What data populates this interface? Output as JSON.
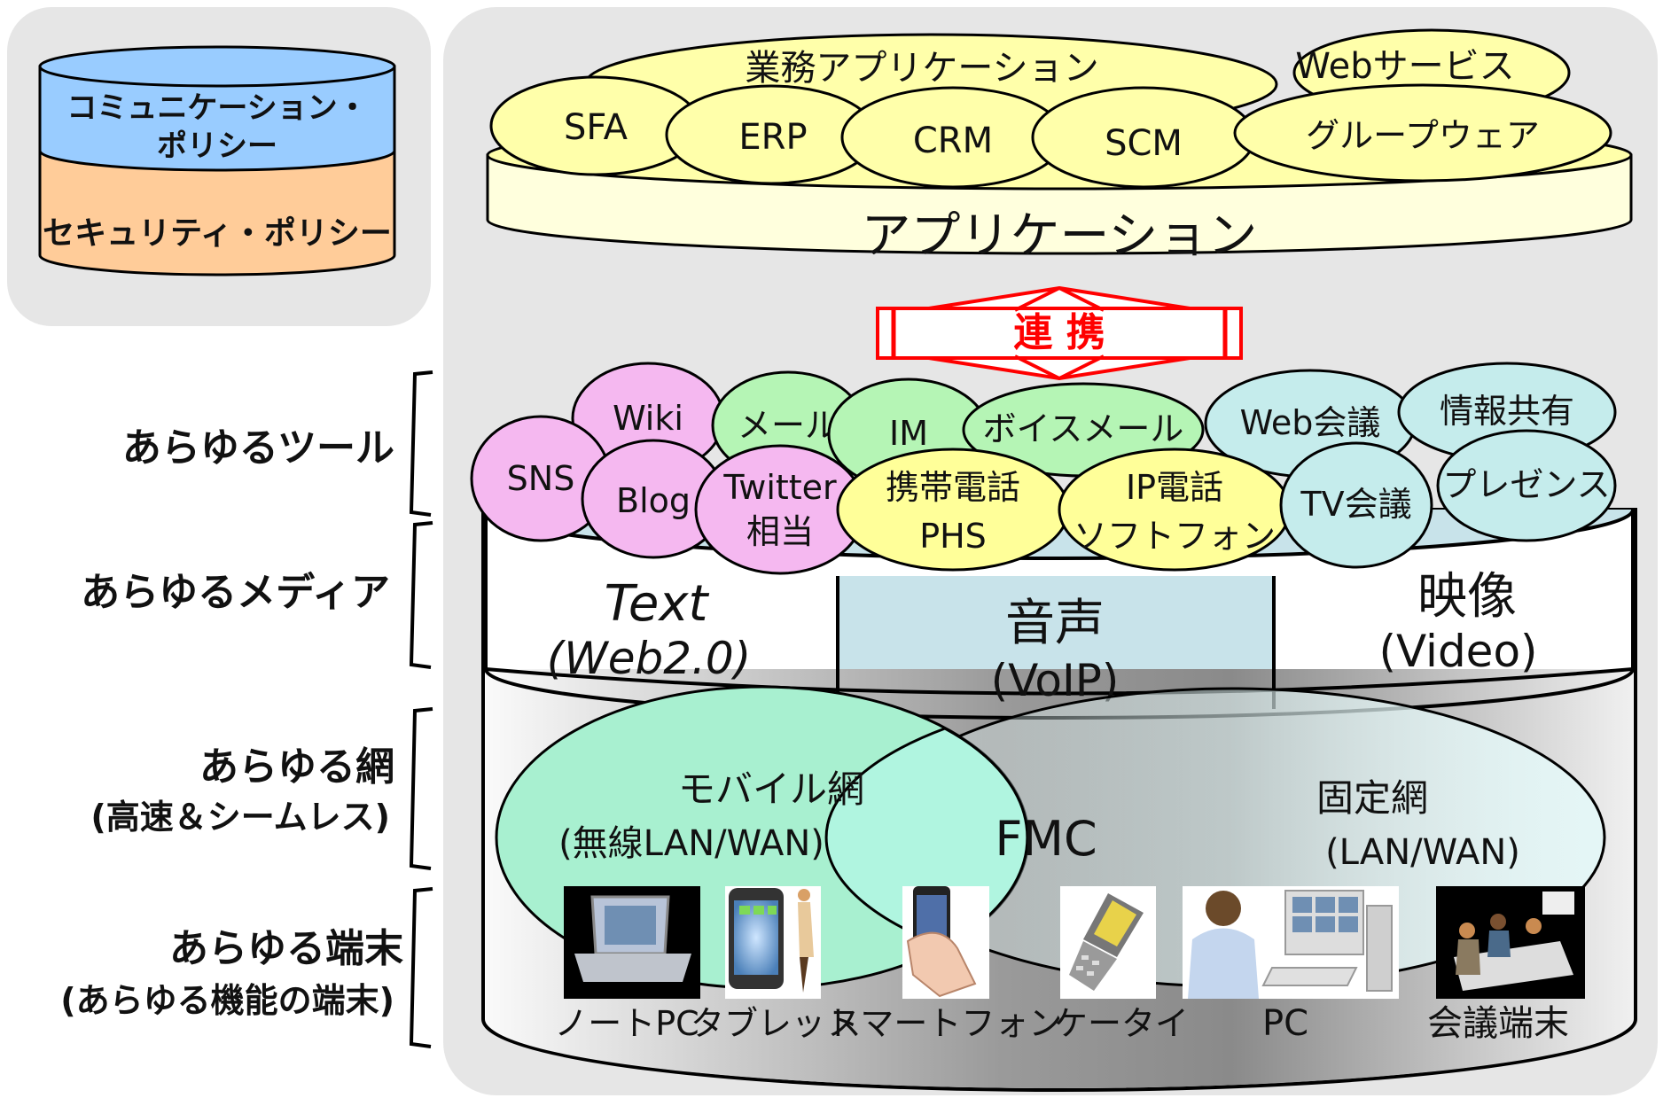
{
  "policies": {
    "communication": "コミュニケーション・ポリシー",
    "communication_line1": "コミュニケーション・",
    "communication_line2": "ポリシー",
    "security": "セキュリティ・ポリシー"
  },
  "left_labels": {
    "tools": "あらゆるツール",
    "media": "あらゆるメディア",
    "network_line1": "あらゆる網",
    "network_line2": "(高速＆シームレス)",
    "terminal_line1": "あらゆる端末",
    "terminal_line2": "(あらゆる機能の端末)"
  },
  "application_layer": {
    "title": "アプリケーション",
    "business_apps": "業務アプリケーション",
    "web_services": "Webサービス",
    "apps": [
      "SFA",
      "ERP",
      "CRM",
      "SCM",
      "グループウェア"
    ]
  },
  "link": {
    "label": "連 携"
  },
  "tools": {
    "pink": [
      "SNS",
      "Wiki",
      "Blog"
    ],
    "twitter_line1": "Twitter",
    "twitter_line2": "相当",
    "green": [
      "メール",
      "IM",
      "ボイスメール"
    ],
    "phone_line1": "携帯電話",
    "phone_line2": "PHS",
    "ip_line1": "IP電話",
    "ip_line2": "ソフトフォン",
    "teal": [
      "Web会議",
      "情報共有",
      "TV会議",
      "プレゼンス"
    ]
  },
  "media": {
    "text_line1": "Text",
    "text_line2": "(Web2.0)",
    "voice_line1": "音声",
    "voice_line2": "(VoIP)",
    "video_line1": "映像",
    "video_line2": "(Video)"
  },
  "networks": {
    "mobile_line1": "モバイル網",
    "mobile_line2": "(無線LAN/WAN)",
    "fmc": "FMC",
    "fixed_line1": "固定網",
    "fixed_line2": "(LAN/WAN)"
  },
  "terminals": [
    "ノートPC",
    "タブレット",
    "スマートフォン",
    "ケータイ",
    "PC",
    "会議端末"
  ],
  "colors": {
    "policy_blue": "#99CCFF",
    "policy_orange": "#FFCC99",
    "app_yellow": "#FFFFAA",
    "tool_pink": "#F5B8F0",
    "tool_green": "#B5F5B5",
    "tool_yellow": "#FFFF99",
    "tool_teal": "#C5ECEC",
    "mobile_green": "#A8F0D0",
    "link_red": "#FF0000",
    "panel_gray": "#E6E6E6"
  }
}
